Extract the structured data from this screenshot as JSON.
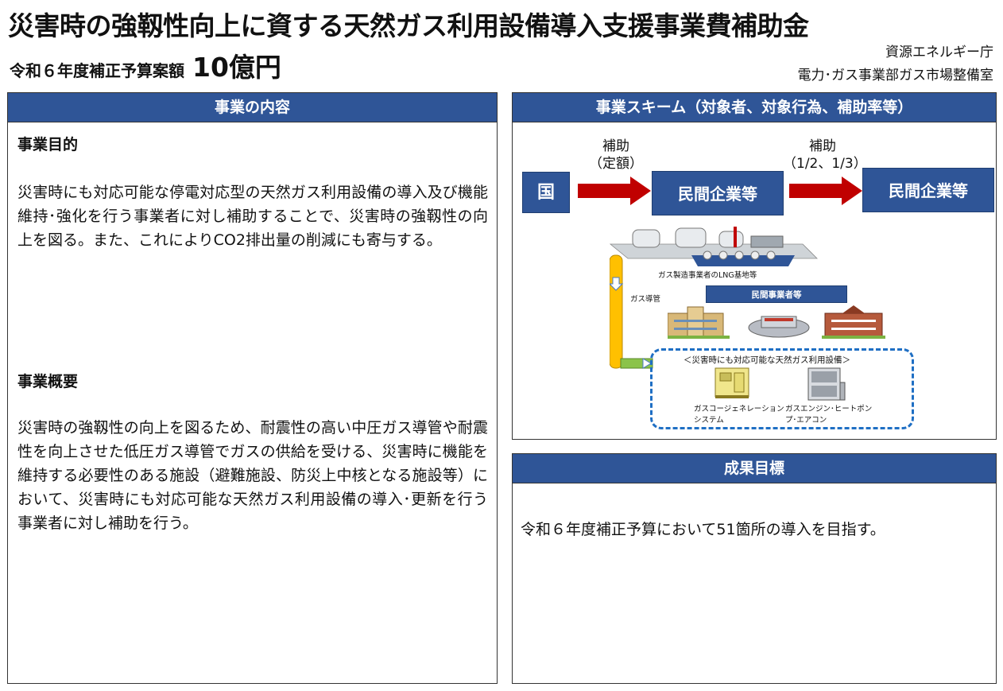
{
  "header": {
    "title": "災害時の強靱性向上に資する天然ガス利用設備導入支援事業費補助金",
    "budget_label": "令和６年度補正予算案額",
    "budget_amount": "10億円",
    "agency": "資源エネルギー庁",
    "department": "電力･ガス事業部ガス市場整備室"
  },
  "content_panel": {
    "heading": "事業の内容",
    "purpose_title": "事業目的",
    "purpose_text": "災害時にも対応可能な停電対応型の天然ガス利用設備の導入及び機能維持･強化を行う事業者に対し補助することで、災害時の強靱性の向上を図る。また、これによりCO2排出量の削減にも寄与する。",
    "overview_title": "事業概要",
    "overview_text": "災害時の強靱性の向上を図るため、耐震性の高い中圧ガス導管や耐震性を向上させた低圧ガス導管でガスの供給を受ける、災害時に機能を維持する必要性のある施設（避難施設、防災上中核となる施設等）において、災害時にも対応可能な天然ガス利用設備の導入･更新を行う事業者に対し補助を行う。"
  },
  "scheme_panel": {
    "heading": "事業スキーム（対象者、対象行為、補助率等）",
    "box_country": "国",
    "box_private1": "民間企業等",
    "box_private2": "民間企業等",
    "arrow1_line1": "補助",
    "arrow1_line2": "（定額）",
    "arrow2_line1": "補助",
    "arrow2_line2": "（1/2、1/3）",
    "illustration": {
      "lng_label": "ガス製造事業者のLNG基地等",
      "pipe_label": "ガス導管",
      "private_operators": "民間事業者等",
      "equipment_title": "＜災害時にも対応可能な天然ガス利用設備＞",
      "cogen_line1": "ガスコージェネレーション",
      "cogen_line2": "システム",
      "ghp_line1": "ガスエンジン･ヒートポン",
      "ghp_line2": "プ･エアコン"
    }
  },
  "target_panel": {
    "heading": "成果目標",
    "text": "令和６年度補正予算において51箇所の導入を目指す。"
  },
  "colors": {
    "header_blue": "#2f5597",
    "arrow_red": "#c00000",
    "dashed_blue": "#1f6fc4",
    "pipe_yellow": "#ffc000"
  }
}
